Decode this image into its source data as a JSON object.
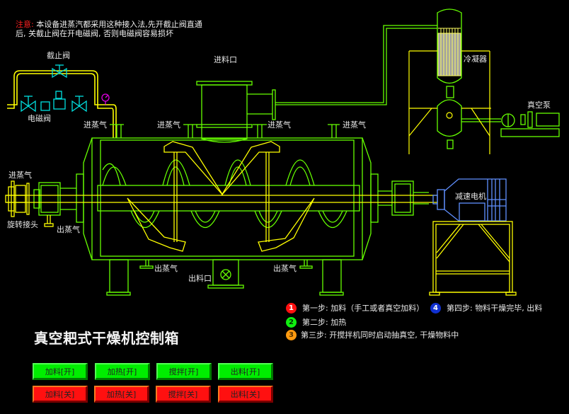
{
  "notice": {
    "warn_label": "注意:",
    "text": "本设备进蒸汽都采用这种接入法,先开截止阀直通后, 关截止阀在开电磁阀, 否则电磁阀容易损坏"
  },
  "labels": {
    "shutoff_valve": "截止阀",
    "solenoid_valve": "电磁阀",
    "feed_inlet": "进料口",
    "condenser": "冷凝器",
    "vacuum_pump": "真空泵",
    "steam_in": "进蒸气",
    "steam_out": "出蒸气",
    "rotary_joint": "旋转接头",
    "discharge_port": "出料口",
    "gear_motor": "减速电机"
  },
  "title": "真空耙式干燥机控制箱",
  "steps": [
    {
      "num": "1",
      "color": "#ff1010",
      "text_color": "#ffffff",
      "text": "第一步: 加料（手工或者真空加料）"
    },
    {
      "num": "2",
      "color": "#10ee10",
      "text_color": "#003300",
      "text": "第二步: 加热"
    },
    {
      "num": "3",
      "color": "#ff9a10",
      "text_color": "#553300",
      "text": "第三步: 开搅拌机同时启动抽真空, 干燥物料中"
    },
    {
      "num": "4",
      "color": "#1030d0",
      "text_color": "#ffffff",
      "text": "第四步: 物料干燥完毕, 出料"
    }
  ],
  "buttons": {
    "on": [
      {
        "label": "加料[开]"
      },
      {
        "label": "加热[开]"
      },
      {
        "label": "搅拌[开]"
      },
      {
        "label": "出料[开]"
      }
    ],
    "off": [
      {
        "label": "加料[关]"
      },
      {
        "label": "加热[关]"
      },
      {
        "label": "搅拌[关]"
      },
      {
        "label": "出料[关]"
      }
    ]
  },
  "colors": {
    "line_green": "#66ff00",
    "line_yellow": "#ffff00",
    "valve_cyan": "#00e0e0",
    "motor_blue": "#6090ff",
    "gauge_magenta": "#e000e0",
    "on_green": "#00ee00",
    "off_red": "#ff1010"
  }
}
